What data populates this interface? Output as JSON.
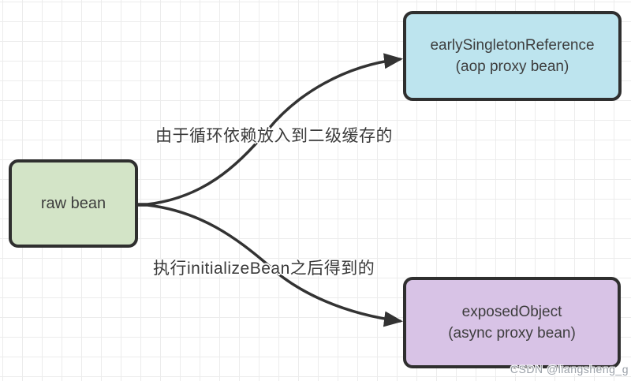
{
  "nodes": {
    "raw_bean": {
      "label": "raw bean",
      "fill": "#d3e4c7"
    },
    "early_singleton_reference": {
      "line1": "earlySingletonReference",
      "line2": "(aop proxy bean)",
      "fill": "#bde4ee"
    },
    "exposed_object": {
      "line1": "exposedObject",
      "line2": "(async proxy bean)",
      "fill": "#d8c3e6"
    }
  },
  "edges": {
    "raw_to_early": {
      "label": "由于循环依赖放入到二级缓存的"
    },
    "raw_to_exposed": {
      "label": "执行initializeBean之后得到的"
    }
  },
  "style": {
    "edge_stroke": "#333333",
    "node_border": "#2f2f2f",
    "node_text": "#3d3d3d",
    "label_text": "#3a3a3a",
    "grid_line": "#ececec",
    "background": "#ffffff"
  },
  "watermark": {
    "text": "CSDN @liangsheng_g",
    "color": "#9ba1a9"
  }
}
